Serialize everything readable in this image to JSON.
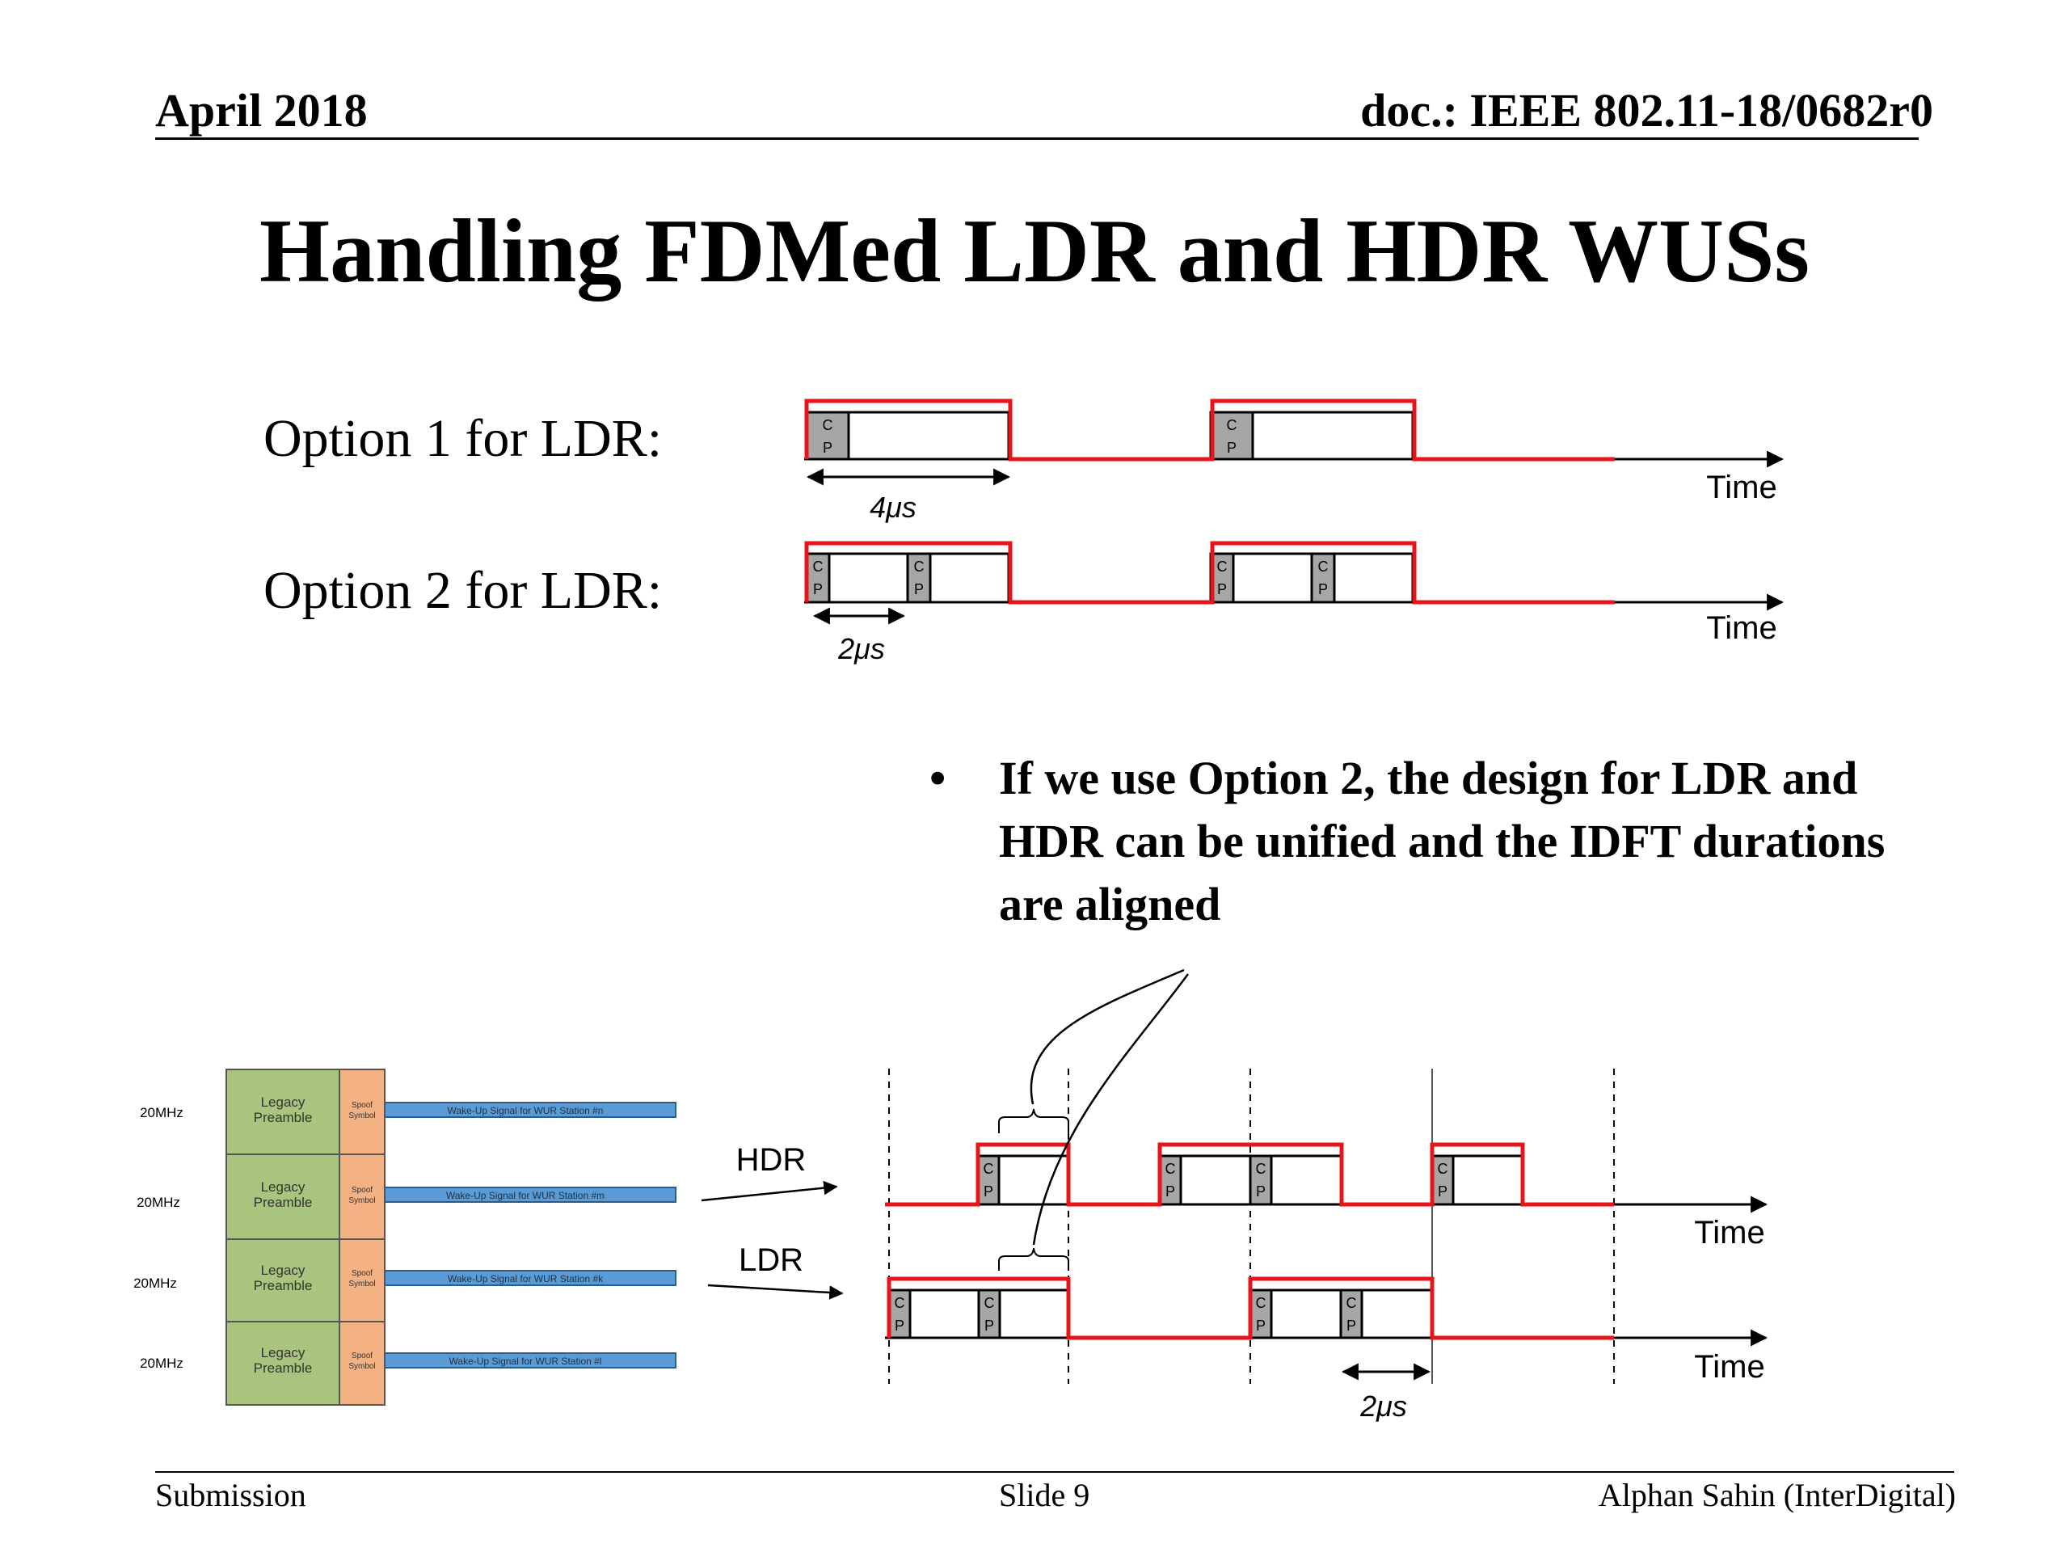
{
  "header": {
    "date": "April 2018",
    "doc": "doc.: IEEE 802.11-18/0682r0"
  },
  "title": "Handling FDMed LDR and HDR WUSs",
  "options": {
    "option1_label": "Option 1 for LDR:",
    "option2_label": "Option 2 for LDR:",
    "time_label": "Time",
    "cp_label": "CP",
    "duration_4us": "4μs",
    "duration_2us": "2μs"
  },
  "bullet": {
    "symbol": "•",
    "text": "If we use Option 2, the design for LDR and HDR can be unified and the IDFT durations are aligned"
  },
  "spectrum": {
    "band_label": "20MHz",
    "legacy_label": [
      "Legacy",
      "Preamble"
    ],
    "spoof_label": [
      "Spoof",
      "Symbol"
    ],
    "wus_labels": [
      "Wake-Up Signal for WUR Station #n",
      "Wake-Up Signal for WUR Station #m",
      "Wake-Up Signal for WUR Station #k",
      "Wake-Up Signal for WUR Station #l"
    ]
  },
  "lower_diagram": {
    "hdr_label": "HDR",
    "ldr_label": "LDR",
    "time_label": "Time",
    "duration_2us": "2μs"
  },
  "footer": {
    "left": "Submission",
    "center": "Slide 9",
    "right": "Alphan Sahin (InterDigital)"
  },
  "colors": {
    "signal_red": "#e8141b",
    "cp_gray": "#a6a6a6",
    "legacy_green": "#a9c47f",
    "spoof_orange": "#f4b183",
    "wus_blue": "#5b9bd5"
  }
}
